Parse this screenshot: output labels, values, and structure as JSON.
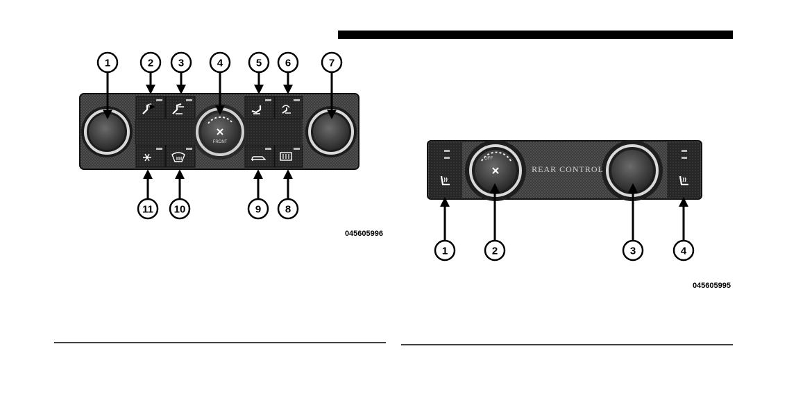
{
  "front_panel": {
    "figure_code": "045605996",
    "callouts_top": [
      "1",
      "2",
      "3",
      "4",
      "5",
      "6",
      "7"
    ],
    "callouts_bottom": [
      "11",
      "10",
      "9",
      "8"
    ],
    "fan_knob_label": "FRONT"
  },
  "rear_panel": {
    "figure_code": "045605995",
    "callouts": [
      "1",
      "2",
      "3",
      "4"
    ],
    "embossed_label": "REAR CONTROL",
    "fan_knob_label": "OFF"
  },
  "icons": {
    "front_top": [
      "panel-mode-icon",
      "bi-level-mode-icon",
      "floor-mode-icon",
      "mix-defrost-mode-icon"
    ],
    "front_bottom": [
      "ac-snowflake-icon",
      "max-defrost-icon",
      "recirculation-icon",
      "rear-defrost-icon"
    ],
    "rear": [
      "heated-seat-icon",
      "fan-icon",
      "heated-seat-icon"
    ]
  },
  "colors": {
    "ink": "#000000",
    "panel": "#4a4a4a",
    "panel_dark": "#2b2b2b",
    "knob_ring": "#d9d9d9"
  }
}
